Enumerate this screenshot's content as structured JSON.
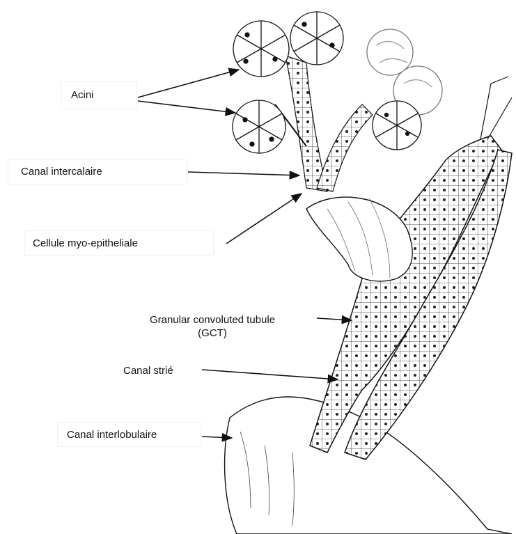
{
  "labels": {
    "acini": "Acini",
    "canal_intercalaire": "Canal intercalaire",
    "cellule_myo": "Cellule myo-epitheliale",
    "gct_line1": "Granular convoluted tubule",
    "gct_line2": "(GCT)",
    "canal_strie": "Canal strié",
    "canal_interlobulaire": "Canal interlobulaire"
  },
  "colors": {
    "ink": "#111111",
    "background": "#ffffff"
  }
}
